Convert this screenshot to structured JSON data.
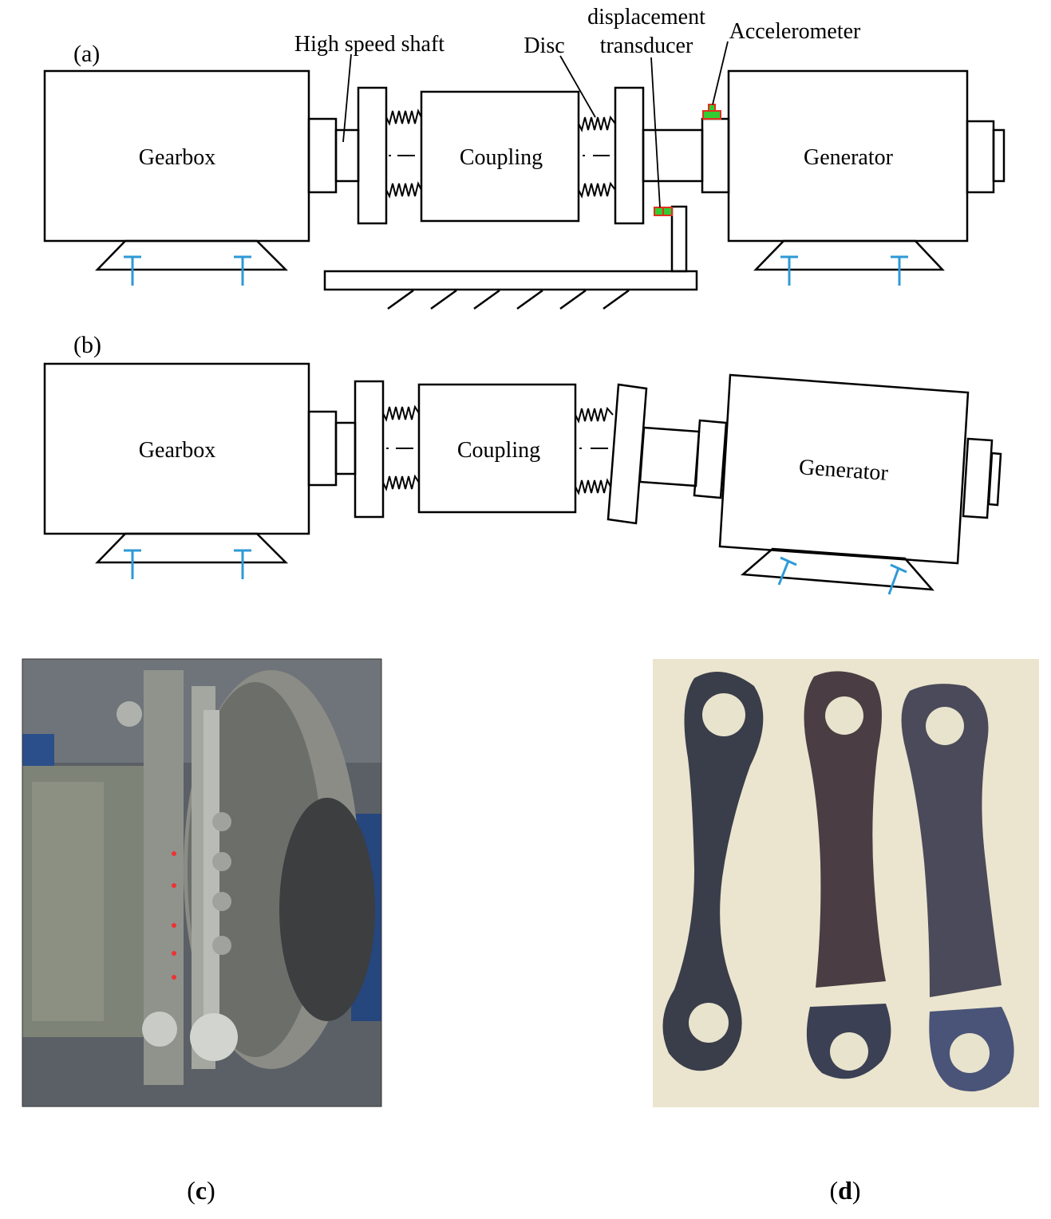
{
  "panel_a": {
    "label": "(a)",
    "gearbox": "Gearbox",
    "coupling": "Coupling",
    "generator": "Generator",
    "callouts": {
      "high_speed_shaft": "High speed shaft",
      "disc": "Disc",
      "displacement_line1": "displacement",
      "displacement_line2": "transducer",
      "accelerometer": "Accelerometer"
    }
  },
  "panel_b": {
    "label": "(b)",
    "gearbox": "Gearbox",
    "coupling": "Coupling",
    "generator": "Generator"
  },
  "captions": {
    "c_open": "(",
    "c_letter": "c",
    "c_close": ")",
    "d_open": "(",
    "d_letter": "d",
    "d_close": ")"
  },
  "colors": {
    "line": "#000000",
    "bolt": "#2e9ad6",
    "sensor_fill": "#33cc33",
    "sensor_edge": "#e03020",
    "photo_c_bg": "#5b6066",
    "photo_d_bg": "#e4dfc8",
    "link_metal": "#3a3d4a"
  }
}
